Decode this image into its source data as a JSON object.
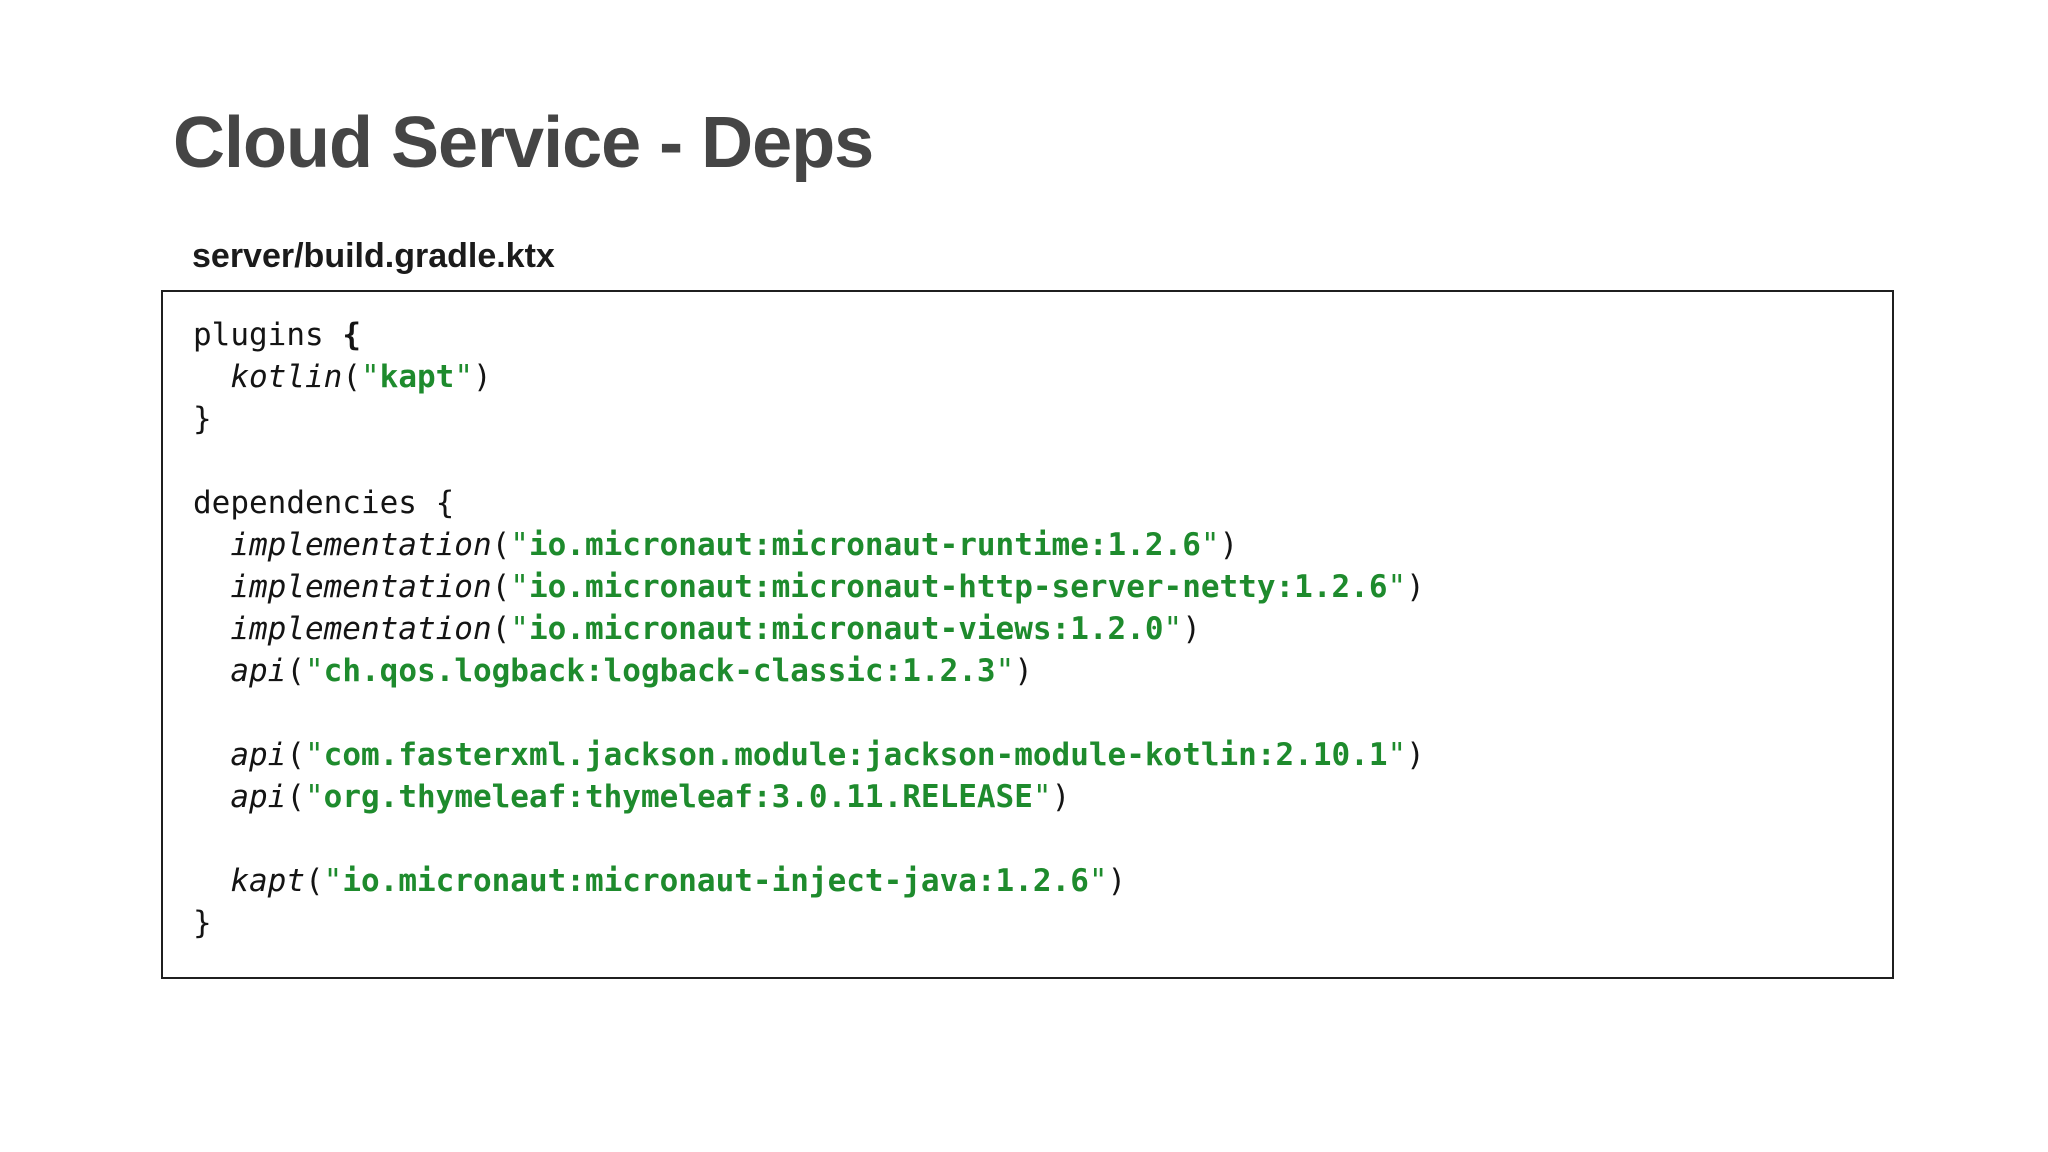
{
  "slide": {
    "title": "Cloud Service - Deps",
    "file_label": "server/build.gradle.ktx"
  },
  "colors": {
    "background": "#ffffff",
    "title": "#454545",
    "label_text": "#1b1b1b",
    "code_text": "#141414",
    "string_green": "#1e8b2d",
    "border": "#1f1f1f"
  },
  "code": {
    "language": "gradle-kotlin-dsl",
    "lines": [
      [
        {
          "t": "plugins ",
          "s": "plain"
        },
        {
          "t": "{",
          "s": "bold"
        }
      ],
      [
        {
          "t": "  ",
          "s": "plain"
        },
        {
          "t": "kotlin",
          "s": "italic"
        },
        {
          "t": "(",
          "s": "plain"
        },
        {
          "t": "\"",
          "s": "quote"
        },
        {
          "t": "kapt",
          "s": "string"
        },
        {
          "t": "\"",
          "s": "quote"
        },
        {
          "t": ")",
          "s": "plain"
        }
      ],
      [
        {
          "t": "}",
          "s": "plain"
        }
      ],
      [],
      [
        {
          "t": "dependencies {",
          "s": "plain"
        }
      ],
      [
        {
          "t": "  ",
          "s": "plain"
        },
        {
          "t": "implementation",
          "s": "italic"
        },
        {
          "t": "(",
          "s": "plain"
        },
        {
          "t": "\"",
          "s": "quote"
        },
        {
          "t": "io.micronaut:micronaut-runtime:1.2.6",
          "s": "string"
        },
        {
          "t": "\"",
          "s": "quote"
        },
        {
          "t": ")",
          "s": "plain"
        }
      ],
      [
        {
          "t": "  ",
          "s": "plain"
        },
        {
          "t": "implementation",
          "s": "italic"
        },
        {
          "t": "(",
          "s": "plain"
        },
        {
          "t": "\"",
          "s": "quote"
        },
        {
          "t": "io.micronaut:micronaut-http-server-netty:1.2.6",
          "s": "string"
        },
        {
          "t": "\"",
          "s": "quote"
        },
        {
          "t": ")",
          "s": "plain"
        }
      ],
      [
        {
          "t": "  ",
          "s": "plain"
        },
        {
          "t": "implementation",
          "s": "italic"
        },
        {
          "t": "(",
          "s": "plain"
        },
        {
          "t": "\"",
          "s": "quote"
        },
        {
          "t": "io.micronaut:micronaut-views:1.2.0",
          "s": "string"
        },
        {
          "t": "\"",
          "s": "quote"
        },
        {
          "t": ")",
          "s": "plain"
        }
      ],
      [
        {
          "t": "  ",
          "s": "plain"
        },
        {
          "t": "api",
          "s": "italic"
        },
        {
          "t": "(",
          "s": "plain"
        },
        {
          "t": "\"",
          "s": "quote"
        },
        {
          "t": "ch.qos.logback:logback-classic:1.2.3",
          "s": "string"
        },
        {
          "t": "\"",
          "s": "quote"
        },
        {
          "t": ")",
          "s": "plain"
        }
      ],
      [],
      [
        {
          "t": "  ",
          "s": "plain"
        },
        {
          "t": "api",
          "s": "italic"
        },
        {
          "t": "(",
          "s": "plain"
        },
        {
          "t": "\"",
          "s": "quote"
        },
        {
          "t": "com.fasterxml.jackson.module:jackson-module-kotlin:2.10.1",
          "s": "string"
        },
        {
          "t": "\"",
          "s": "quote"
        },
        {
          "t": ")",
          "s": "plain"
        }
      ],
      [
        {
          "t": "  ",
          "s": "plain"
        },
        {
          "t": "api",
          "s": "italic"
        },
        {
          "t": "(",
          "s": "plain"
        },
        {
          "t": "\"",
          "s": "quote"
        },
        {
          "t": "org.thymeleaf:thymeleaf:3.0.11.RELEASE",
          "s": "string"
        },
        {
          "t": "\"",
          "s": "quote"
        },
        {
          "t": ")",
          "s": "plain"
        }
      ],
      [],
      [
        {
          "t": "  ",
          "s": "plain"
        },
        {
          "t": "kapt",
          "s": "italic"
        },
        {
          "t": "(",
          "s": "plain"
        },
        {
          "t": "\"",
          "s": "quote"
        },
        {
          "t": "io.micronaut:micronaut-inject-java:1.2.6",
          "s": "string"
        },
        {
          "t": "\"",
          "s": "quote"
        },
        {
          "t": ")",
          "s": "plain"
        }
      ],
      [
        {
          "t": "}",
          "s": "plain"
        }
      ]
    ]
  }
}
